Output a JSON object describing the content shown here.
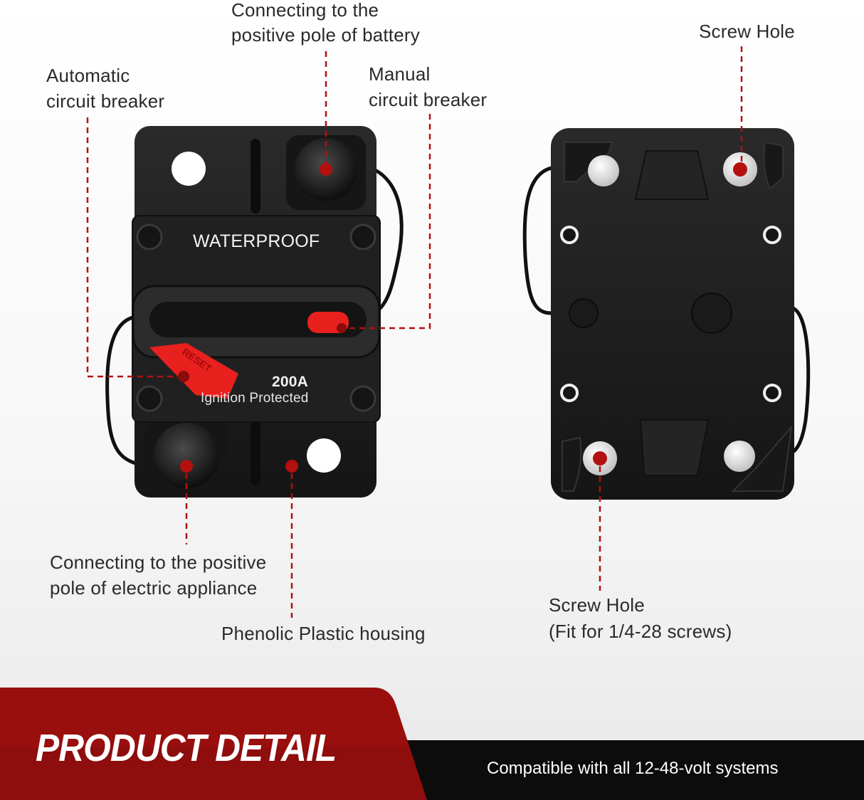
{
  "labels": {
    "battery_line1": "Connecting to the",
    "battery_line2": "positive pole of battery",
    "auto_line1": "Automatic",
    "auto_line2": "circuit breaker",
    "manual_line1": "Manual",
    "manual_line2": "circuit breaker",
    "screw_top": "Screw Hole",
    "appliance_line1": "Connecting to the positive",
    "appliance_line2": "pole of electric appliance",
    "housing": "Phenolic Plastic housing",
    "screw_bottom_line1": "Screw Hole",
    "screw_bottom_line2": "(Fit for 1/4-28 screws)"
  },
  "device": {
    "waterproof": "WATERPROOF",
    "rating": "200A",
    "ignition": "Ignition Protected",
    "reset": "RESET"
  },
  "banner": {
    "title": "PRODUCT DETAIL",
    "subtitle": "Compatible with all 12-48-volt systems"
  },
  "colors": {
    "accent_red": "#b3100f",
    "banner_dark_red": "#8e0d0d",
    "device_black": "#1e1e1e",
    "reset_red": "#e8201e"
  }
}
